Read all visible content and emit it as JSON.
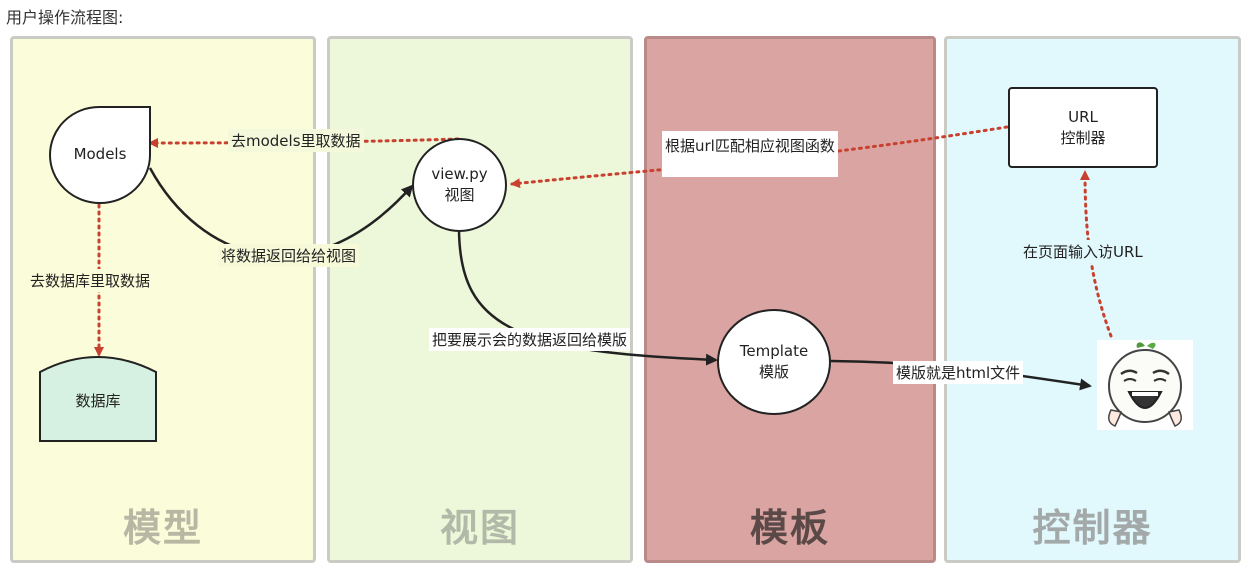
{
  "heading": "用户操作流程图:",
  "lanes": {
    "model": {
      "title": "模型",
      "color": "#fbfcd9",
      "title_color": "#b7b7a4"
    },
    "view": {
      "title": "视图",
      "color": "#edf7d9",
      "title_color": "#b2b9a8"
    },
    "template": {
      "title": "模板",
      "color": "#d9a4a2",
      "title_color": "#5b4947"
    },
    "controller": {
      "title": "控制器",
      "color": "#e1f9fd",
      "title_color": "#a3a8a8"
    }
  },
  "nodes": {
    "models": "Models",
    "view_line1": "view.py",
    "view_line2": "视图",
    "database": "数据库",
    "database_color": "#d6f1e1",
    "template_line1": "Template",
    "template_line2": "模版",
    "url_line1": "URL",
    "url_line2": "控制器"
  },
  "edges": {
    "to_models": "去models里取数据",
    "to_database": "去数据库里取数据",
    "return_to_view": "将数据返回给给视图",
    "to_template": "把要展示会的数据返回给模版",
    "url_match": "根据url匹配相应视图函数",
    "template_is_html": "模版就是html文件",
    "user_input_url": "在页面输入访URL"
  },
  "colors": {
    "dotted_arrow": "#c8412e",
    "solid_arrow": "#222222"
  },
  "icons": {
    "user": "laughing-face-meme-icon"
  }
}
